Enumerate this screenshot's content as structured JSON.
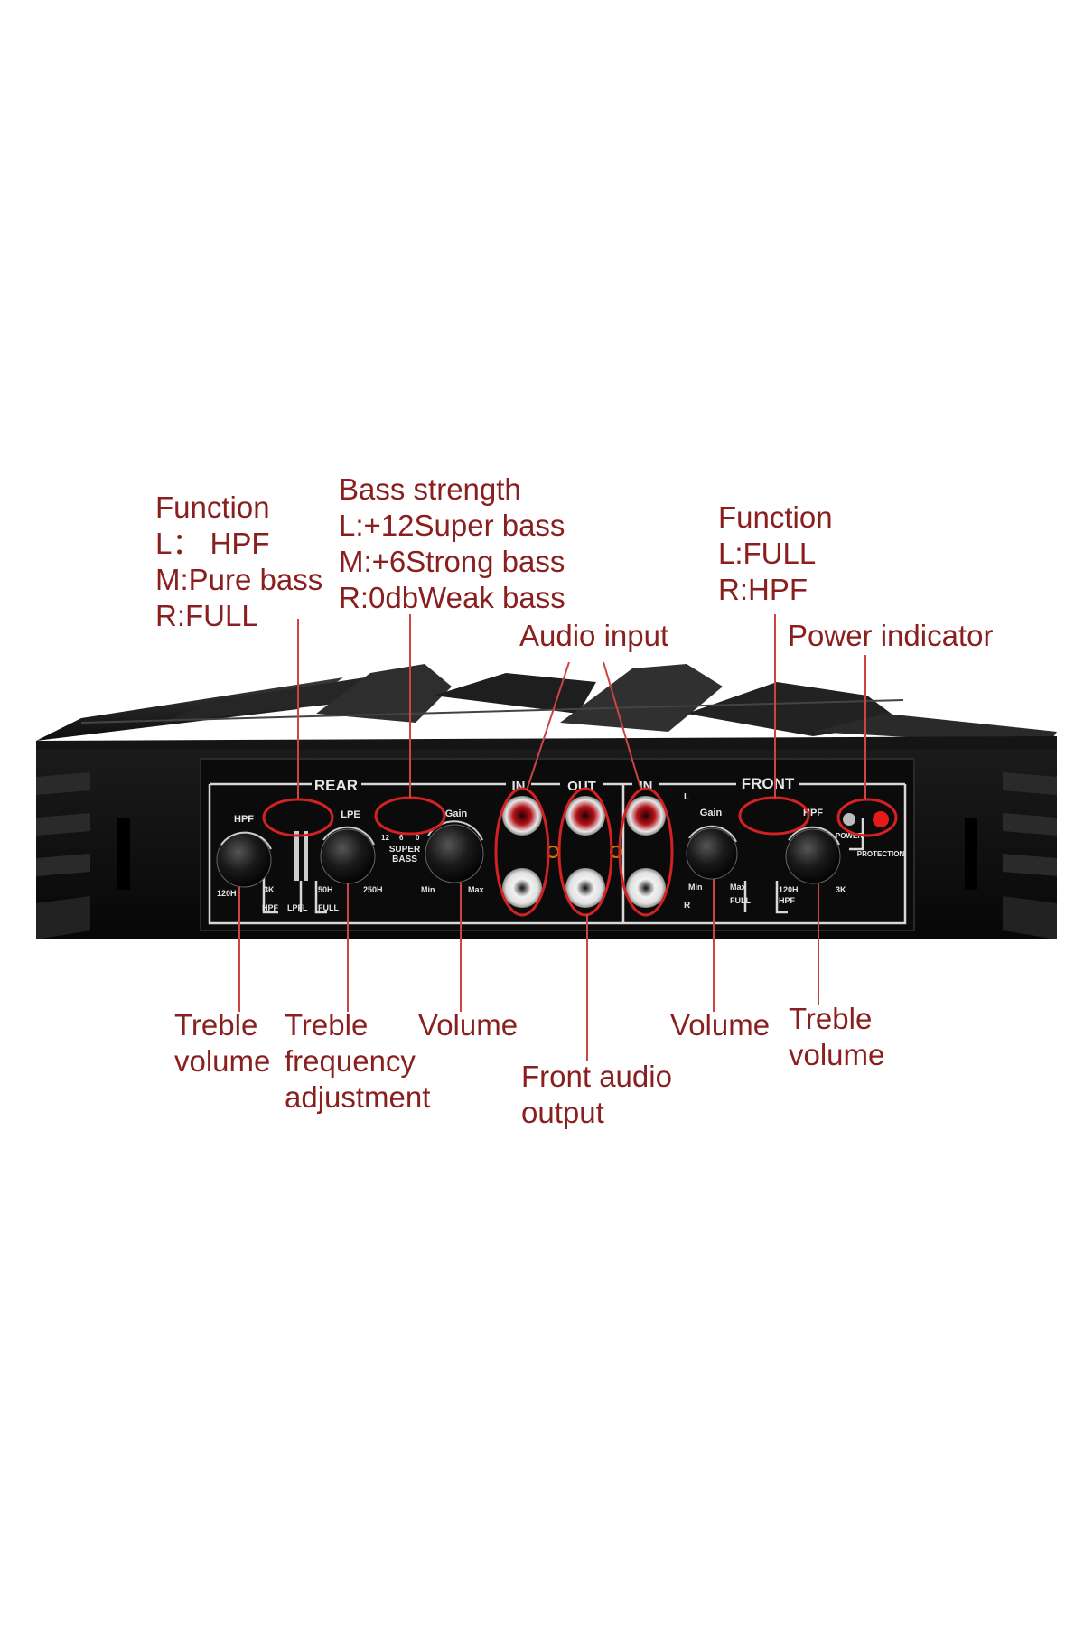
{
  "annotations": {
    "rear_function": [
      "Function",
      "L： HPF",
      "M:Pure bass",
      "R:FULL"
    ],
    "bass_strength": [
      "Bass strength",
      "L:+12Super bass",
      "M:+6Strong bass",
      "R:0dbWeak bass"
    ],
    "front_function": [
      "Function",
      "L:FULL",
      "R:HPF"
    ],
    "audio_input": "Audio input",
    "power_indicator": "Power indicator",
    "rear_treble_volume": [
      "Treble",
      "volume"
    ],
    "treble_frequency": [
      "Treble",
      "frequency",
      "adjustment"
    ],
    "rear_volume": "Volume",
    "front_audio_output": [
      "Front audio",
      "output"
    ],
    "front_volume": "Volume",
    "front_treble_volume": [
      "Treble",
      "volume"
    ]
  },
  "panel": {
    "rear": "REAR",
    "in_left": "IN",
    "out": "OUT",
    "in_right": "IN",
    "front": "FRONT",
    "rear_hpf": "HPF",
    "rear_hpf_min": "120H",
    "rear_hpf_max": "3K",
    "rear_hpf_switch": "HPF",
    "rear_lpfl_switch": "LPFL",
    "rear_full_switch": "FULL",
    "rear_lpe": "LPE",
    "rear_lpe_min": "50H",
    "rear_lpe_max": "250H",
    "bass_12": "12",
    "bass_6": "6",
    "bass_0": "0",
    "super_bass_1": "SUPER",
    "super_bass_2": "BASS",
    "rear_gain": "Gain",
    "rear_gain_min": "Min",
    "rear_gain_max": "Max",
    "front_l": "L",
    "front_r": "R",
    "front_gain": "Gain",
    "front_gain_min": "Min",
    "front_gain_max": "Max",
    "front_full_switch": "FULL",
    "front_hpf_switch": "HPF",
    "front_hpf": "HPF",
    "front_hpf_min": "120H",
    "front_hpf_max": "3K",
    "power": "POWER",
    "protection": "PROTECTION"
  },
  "colors": {
    "annotation": "#8a1f1f",
    "callout_line": "#c44",
    "highlight": "#d42222",
    "panel_text": "#e6e6e6",
    "chassis": "#111111"
  }
}
